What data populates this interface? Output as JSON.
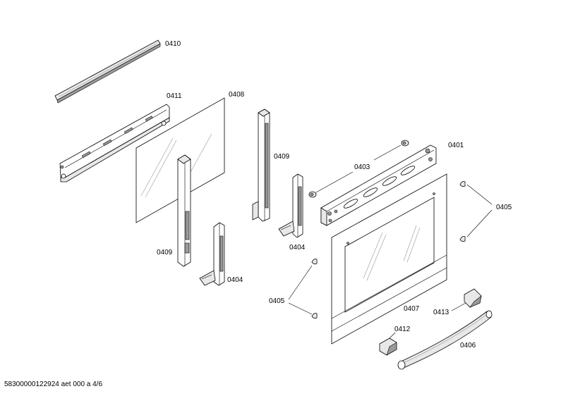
{
  "labels": {
    "p0410": "0410",
    "p0411": "0411",
    "p0408": "0408",
    "p0409_right": "0409",
    "p0409_left": "0409",
    "p0403": "0403",
    "p0401": "0401",
    "p0405_right": "0405",
    "p0405_left": "0405",
    "p0404_right": "0404",
    "p0404_left": "0404",
    "p0407": "0407",
    "p0413": "0413",
    "p0412": "0412",
    "p0406": "0406"
  },
  "footer": {
    "text": "58300000122924 aet 000 a 4/6"
  }
}
